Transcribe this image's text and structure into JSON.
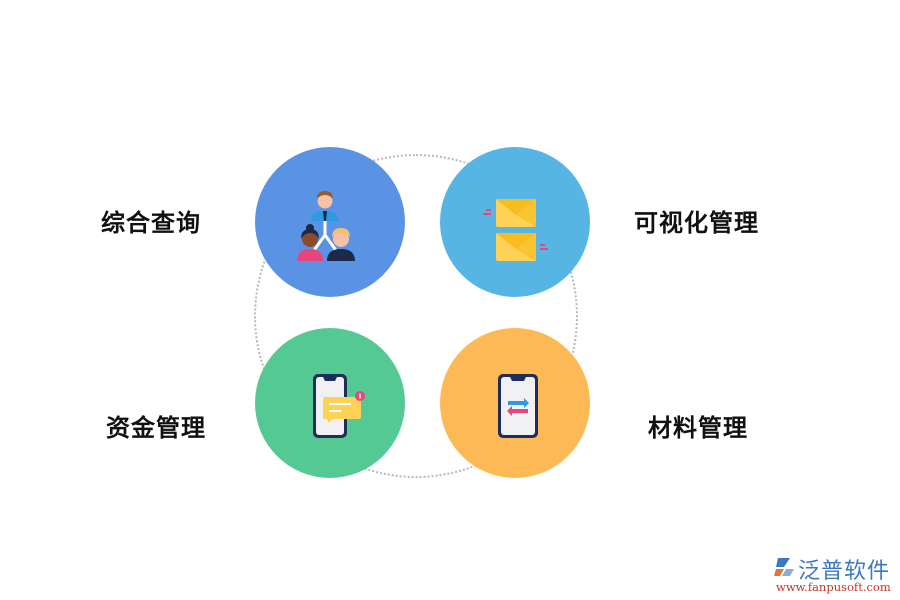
{
  "diagram": {
    "nodes": [
      {
        "id": "query",
        "label": "综合查询",
        "color": "#5b93e4",
        "icon": "team-hierarchy-icon"
      },
      {
        "id": "visual",
        "label": "可视化管理",
        "color": "#56b5e3",
        "icon": "envelopes-icon"
      },
      {
        "id": "funds",
        "label": "资金管理",
        "color": "#55c993",
        "icon": "phone-message-icon"
      },
      {
        "id": "materials",
        "label": "材料管理",
        "color": "#fdb955",
        "icon": "phone-transfer-icon"
      }
    ],
    "ring_color": "#b8b8b8"
  },
  "branding": {
    "name": "泛普软件",
    "url": "www.fanpusoft.com"
  }
}
